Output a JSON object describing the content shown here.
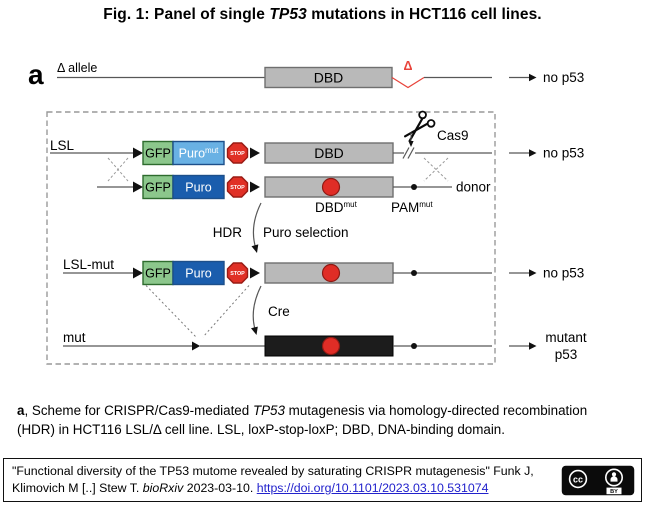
{
  "title": {
    "prefix": "Fig. 1: Panel of single ",
    "gene": "TP53",
    "suffix": " mutations in HCT116 cell lines."
  },
  "diagram": {
    "panel_label": "a",
    "delta_allele_label": "Δ allele",
    "delta_symbol": "Δ",
    "dbd_label": "DBD",
    "no_p53_label": "no p53",
    "lsl_label": "LSL",
    "gfp_label": "GFP",
    "puro_label": "Puro",
    "mut_superscript": "mut",
    "stop_label": "STOP",
    "cas9_label": "Cas9",
    "donor_label": "donor",
    "dbd_mut_base": "DBD",
    "pam_mut_base": "PAM",
    "hdr_label": "HDR",
    "puro_selection_label": "Puro selection",
    "lsl_mut_label": "LSL-mut",
    "cre_label": "Cre",
    "mut_label": "mut",
    "mutant_p53_line1": "mutant",
    "mutant_p53_line2": "p53"
  },
  "caption": {
    "panel": "a",
    "line1_pre": ", Scheme for CRISPR/Cas9-mediated ",
    "gene": "TP53",
    "line1_post": " mutagenesis via homology-directed recombination",
    "line2": "(HDR) in HCT116 LSL/Δ cell line. LSL, loxP-stop-loxP; DBD, DNA-binding domain."
  },
  "citation": {
    "line1": "\"Functional diversity of the TP53 mutome revealed by saturating CRISPR mutagenesis\" Funk J,",
    "line2_prefix": "Klimovich M [..] Stew T. ",
    "journal": "bioRxiv",
    "line2_mid": " 2023-03-10. ",
    "link_text": "https://doi.org/10.1101/2023.03.10.531074",
    "cc_label": "cc",
    "by_label": "BY"
  },
  "colors": {
    "box_gray": "#b9b9b9",
    "box_border": "#6f6f6f",
    "gfp_green": "#8cc78c",
    "gfp_border": "#2e6b2e",
    "puro_mut_blue": "#69b1e4",
    "puro_blue": "#1a5dad",
    "blue_border": "#1d4f8a",
    "stop_red": "#e03026",
    "stop_border": "#991b14",
    "mutation_red": "#e02d26",
    "black_box": "#1c1c1c",
    "deletion_red": "#e8433a",
    "link_blue": "#2222cc"
  }
}
